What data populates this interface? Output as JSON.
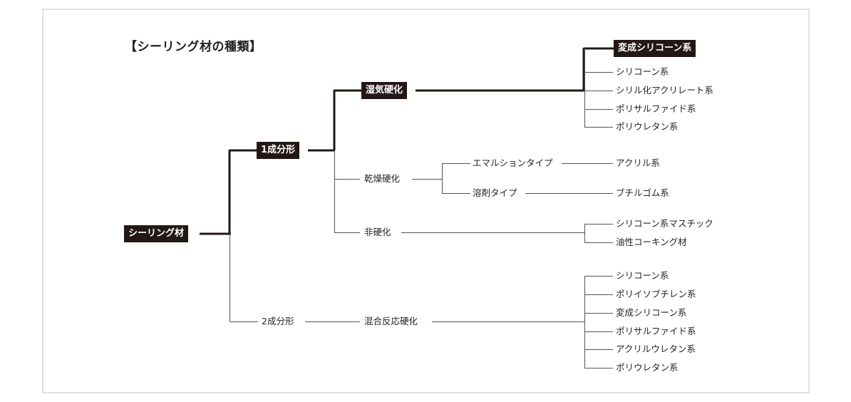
{
  "title": "【シーリング材の種類】",
  "root": "シーリング材",
  "one_component": {
    "label": "1成分形",
    "moisture": {
      "label": "湿気硬化",
      "highlight": "変成シリコーン系",
      "items": [
        "シリコーン系",
        "シリル化アクリレート系",
        "ポリサルファイド系",
        "ポリウレタン系"
      ]
    },
    "dry": {
      "label": "乾燥硬化",
      "emulsion": {
        "label": "エマルションタイプ",
        "result": "アクリル系"
      },
      "solvent": {
        "label": "溶剤タイプ",
        "result": "ブチルゴム系"
      }
    },
    "non": {
      "label": "非硬化",
      "items": [
        "シリコーン系マスチック",
        "油性コーキング材"
      ]
    }
  },
  "two_component": {
    "label": "2成分形",
    "mix": {
      "label": "混合反応硬化",
      "items": [
        "シリコーン系",
        "ポリイソブチレン系",
        "変成シリコーン系",
        "ポリサルファイド系",
        "アクリルウレタン系",
        "ポリウレタン系"
      ]
    }
  }
}
